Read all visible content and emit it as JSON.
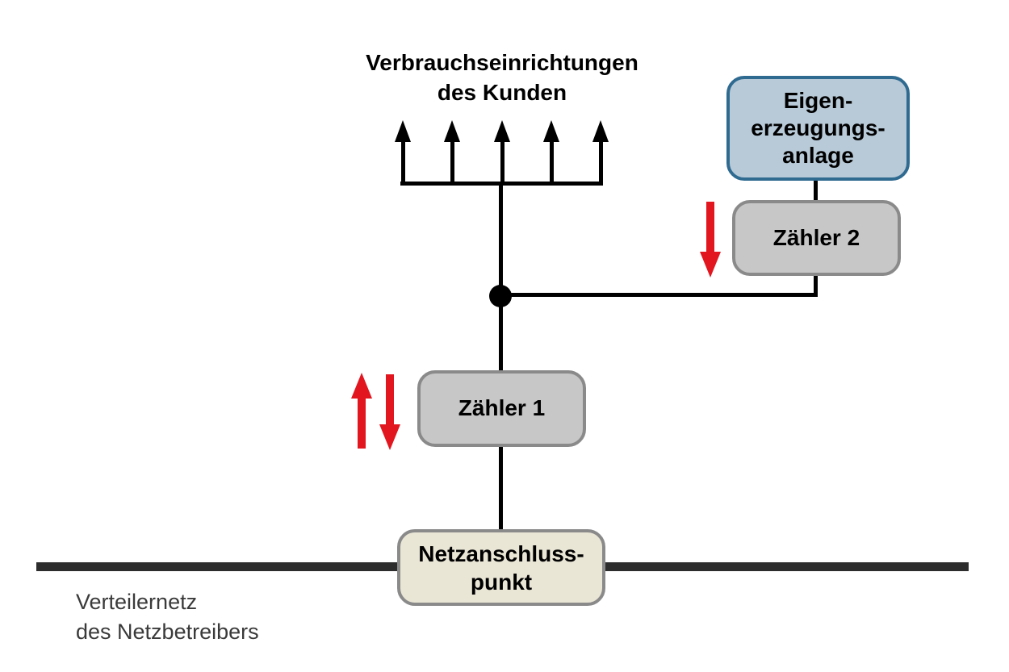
{
  "diagram": {
    "title": "Verbrauchseinrichtungen\ndes Kunden",
    "boxes": {
      "generation": {
        "label": "Eigen-\nerzeugungs-\nanlage",
        "fill": "#b8cad8",
        "border": "#2f6a90"
      },
      "meter2": {
        "label": "Zähler 2",
        "fill": "#c7c7c7",
        "border": "#8a8a8a"
      },
      "meter1": {
        "label": "Zähler 1",
        "fill": "#c7c7c7",
        "border": "#8a8a8a"
      },
      "grid_connection": {
        "label": "Netzanschluss-\npunkt",
        "fill": "#eae6d6",
        "border": "#8a8a8a"
      }
    },
    "grid_label": "Verteilernetz\ndes Netzbetreibers",
    "icons": {
      "consumption_arrows": "black-up-arrow-icon x5",
      "meter2_flow": "red-down-arrow-icon",
      "meter1_flow": "red-up-arrow-icon + red-down-arrow-icon"
    },
    "colors": {
      "flow_arrow_red": "#e2161f",
      "line_black": "#000000",
      "grid_line_dark": "#2d2d2d",
      "background": "#ffffff"
    }
  }
}
